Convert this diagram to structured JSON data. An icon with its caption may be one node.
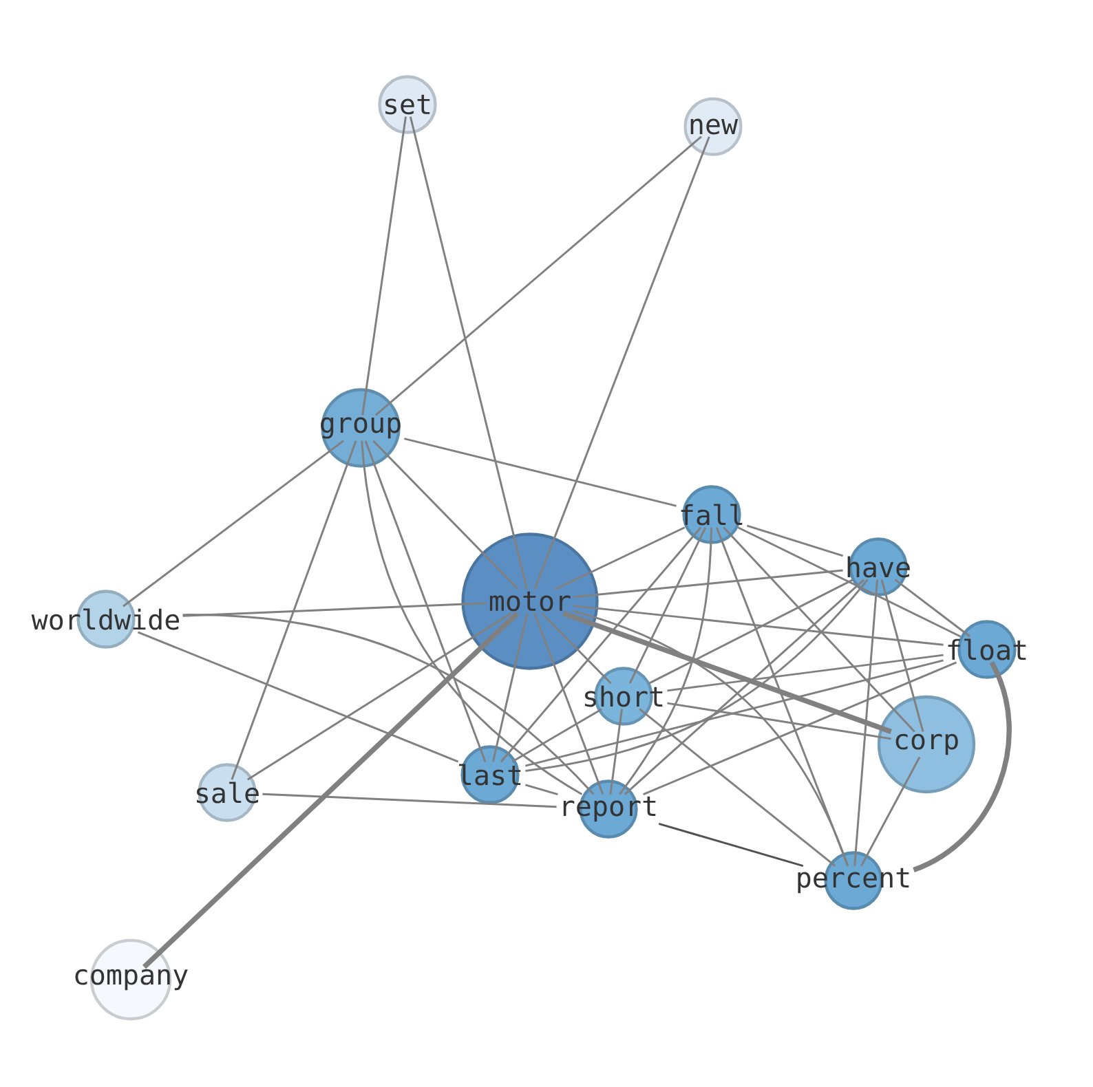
{
  "diagram": {
    "nodes": [
      {
        "text": [
          "set"
        ]
      },
      {
        "text": [
          "new"
        ]
      },
      {
        "text": [
          "group"
        ]
      },
      {
        "text": [
          "fall"
        ]
      },
      {
        "text": [
          "motor"
        ]
      },
      {
        "text": [
          "have"
        ]
      },
      {
        "text": [
          "worldwide"
        ]
      },
      {
        "text": [
          "float"
        ]
      },
      {
        "text": [
          "short"
        ]
      },
      {
        "text": [
          "corp"
        ]
      },
      {
        "text": [
          "sale"
        ]
      },
      {
        "text": [
          "last"
        ]
      },
      {
        "text": [
          "report"
        ]
      },
      {
        "text": [
          "percent"
        ]
      },
      {
        "text": [
          "company"
        ]
      }
    ],
    "edges": [
      {
        "from": 4,
        "to": 0,
        "arrow": "none"
      },
      {
        "from": 4,
        "to": 1,
        "arrow": "none"
      },
      {
        "from": 4,
        "to": 2,
        "arrow": "none"
      },
      {
        "from": 4,
        "to": 6,
        "arrow": "none"
      },
      {
        "from": 4,
        "to": 3,
        "arrow": "none"
      },
      {
        "from": 4,
        "to": 5,
        "arrow": "none"
      },
      {
        "from": 4,
        "to": 7,
        "arrow": "none"
      },
      {
        "from": 4,
        "to": 9,
        "arrow": "none",
        "style": "thick"
      },
      {
        "from": 4,
        "to": 8,
        "arrow": "none"
      },
      {
        "from": 4,
        "to": 11,
        "arrow": "none"
      },
      {
        "from": 4,
        "to": 12,
        "arrow": "none"
      },
      {
        "from": 4,
        "to": 13,
        "arrow": "none"
      },
      {
        "from": 4,
        "to": 10,
        "arrow": "none"
      },
      {
        "from": 4,
        "to": 14,
        "arrow": "none",
        "style": "thick"
      },
      {
        "from": 2,
        "to": 0,
        "arrow": "none"
      },
      {
        "from": 2,
        "to": 1,
        "arrow": "none"
      },
      {
        "from": 2,
        "to": 6,
        "arrow": "none"
      },
      {
        "from": 2,
        "to": 3,
        "arrow": "none"
      },
      {
        "from": 2,
        "to": 10,
        "arrow": "none"
      },
      {
        "from": 2,
        "to": 11,
        "arrow": "none"
      },
      {
        "from": 2,
        "to": 12,
        "arrow": "none"
      },
      {
        "from": 6,
        "to": 11,
        "arrow": "none"
      },
      {
        "from": 6,
        "to": 12,
        "arrow": "none"
      },
      {
        "from": 10,
        "to": 12,
        "arrow": "none"
      },
      {
        "from": 3,
        "to": 5,
        "arrow": "none"
      },
      {
        "from": 3,
        "to": 7,
        "arrow": "none"
      },
      {
        "from": 3,
        "to": 9,
        "arrow": "none"
      },
      {
        "from": 3,
        "to": 13,
        "arrow": "none"
      },
      {
        "from": 3,
        "to": 8,
        "arrow": "none"
      },
      {
        "from": 3,
        "to": 11,
        "arrow": "none"
      },
      {
        "from": 3,
        "to": 12,
        "arrow": "none"
      },
      {
        "from": 5,
        "to": 7,
        "arrow": "none"
      },
      {
        "from": 5,
        "to": 9,
        "arrow": "none"
      },
      {
        "from": 5,
        "to": 13,
        "arrow": "none"
      },
      {
        "from": 5,
        "to": 8,
        "arrow": "none"
      },
      {
        "from": 5,
        "to": 11,
        "arrow": "none"
      },
      {
        "from": 5,
        "to": 12,
        "arrow": "none"
      },
      {
        "from": 7,
        "to": 8,
        "arrow": "none"
      },
      {
        "from": 7,
        "to": 11,
        "arrow": "none"
      },
      {
        "from": 7,
        "to": 12,
        "arrow": "none"
      },
      {
        "from": 7,
        "to": 13,
        "arrow": "none",
        "style": "thick"
      },
      {
        "from": 8,
        "to": 9,
        "arrow": "none"
      },
      {
        "from": 8,
        "to": 13,
        "arrow": "none"
      },
      {
        "from": 8,
        "to": 11,
        "arrow": "none"
      },
      {
        "from": 8,
        "to": 12,
        "arrow": "none"
      },
      {
        "from": 11,
        "to": 12,
        "arrow": "none"
      },
      {
        "from": 12,
        "to": 13,
        "arrow": "none",
        "color": "#505050"
      },
      {
        "from": 9,
        "to": 13,
        "arrow": "none"
      }
    ]
  }
}
